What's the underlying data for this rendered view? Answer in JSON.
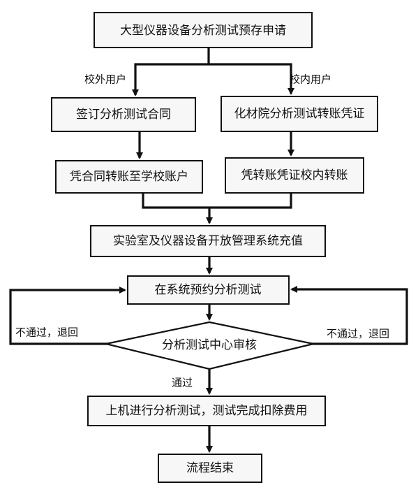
{
  "nodes": {
    "start": "大型仪器设备分析测试预存申请",
    "external_contract": "签订分析测试合同",
    "internal_voucher": "化材院分析测试转账凭证",
    "external_transfer": "凭合同转账至学校账户",
    "internal_transfer": "凭转账凭证校内转账",
    "recharge": "实验室及仪器设备开放管理系统充值",
    "book_test": "在系统预约分析测试",
    "review": "分析测试中心审核",
    "run_test": "上机进行分析测试，测试完成扣除费用",
    "end": "流程结束"
  },
  "edge_labels": {
    "external_users": "校外用户",
    "internal_users": "校内用户",
    "rejected_left": "不通过，退回",
    "rejected_right": "不通过，退回",
    "passed": "通过"
  }
}
